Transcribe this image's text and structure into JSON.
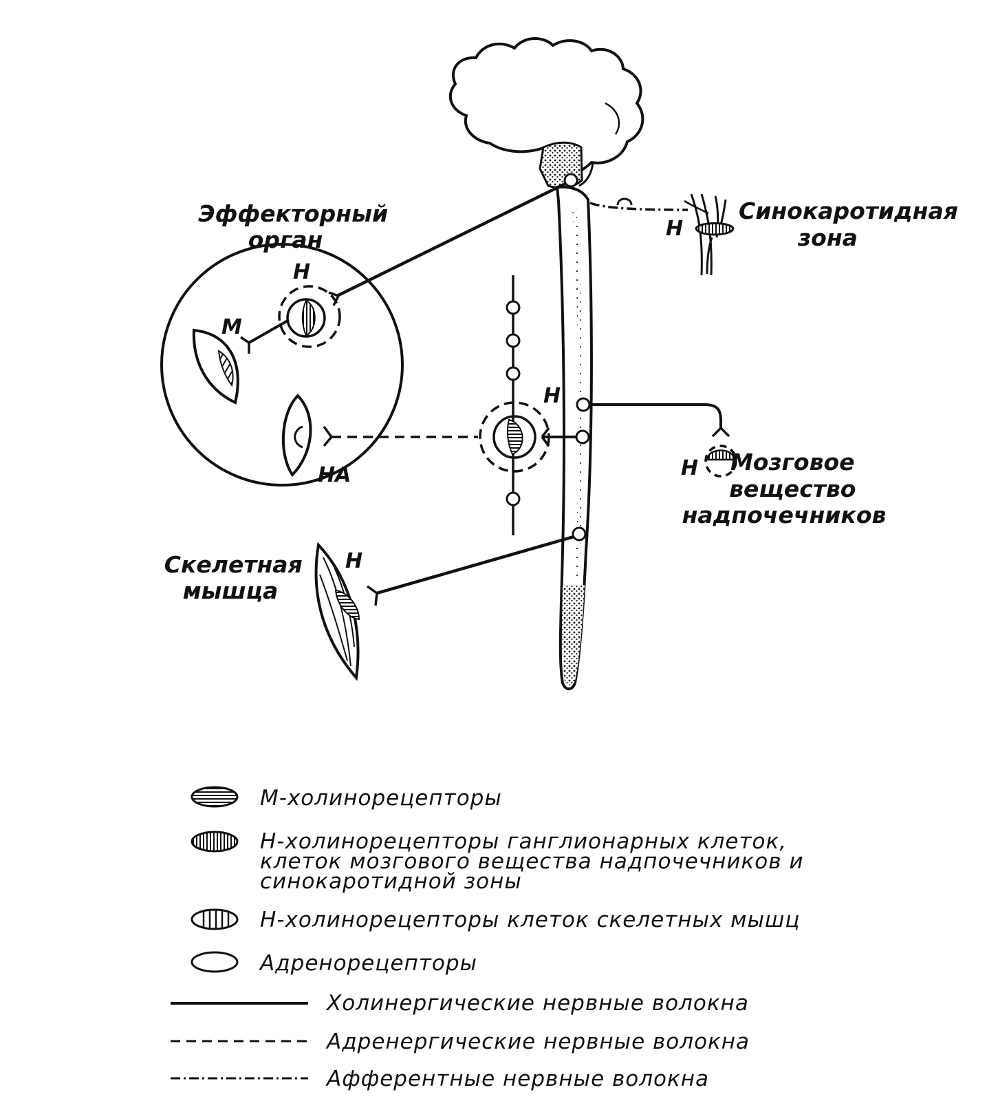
{
  "labels": {
    "effector_organ": [
      "Эффекторный",
      "орган"
    ],
    "sinocarotid_zone": [
      "Синокаротидная",
      "зона"
    ],
    "adrenal_medulla": [
      "Мозговое",
      "вещество",
      "надпочечников"
    ],
    "skeletal_muscle": [
      "Скелетная",
      "мышца"
    ],
    "receptor_letters": {
      "h_effector": "Н",
      "m_effector": "М",
      "na_effector": "НА",
      "h_ganglion": "Н",
      "h_sinocarotid": "Н",
      "h_adrenal": "Н",
      "h_skeletal": "Н"
    }
  },
  "legend": {
    "symbols": [
      {
        "icon": "m-cholinoreceptor-icon",
        "text": [
          "М-холинорецепторы"
        ]
      },
      {
        "icon": "h-cholinoreceptor-ganglion-icon",
        "text": [
          "Н-холинорецепторы ганглионарных клеток,",
          "клеток мозгового вещества надпочечников и",
          "синокаротидной зоны"
        ]
      },
      {
        "icon": "h-cholinoreceptor-skeletal-icon",
        "text": [
          "Н-холинорецепторы клеток скелетных мышц"
        ]
      },
      {
        "icon": "adrenoreceptor-icon",
        "text": [
          "Адренорецепторы"
        ]
      }
    ],
    "lines": [
      {
        "style": "solid",
        "text": "Холинергические нервные волокна"
      },
      {
        "style": "dashed",
        "text": "Адренергические нервные волокна"
      },
      {
        "style": "dash-dot",
        "text": "Афферентные нервные волокна"
      }
    ]
  }
}
